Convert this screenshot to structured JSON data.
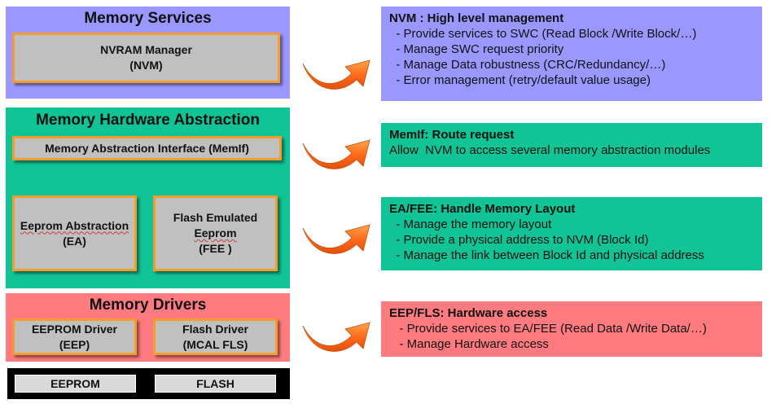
{
  "colors": {
    "memory_services": "#9a98ff",
    "memory_hw_abstraction": "#10c495",
    "memory_drivers": "#ff7b7f",
    "box_fill": "#c0c0c0",
    "box_border": "#f59d2a",
    "hardware_bar": "#000000",
    "arrow": "#ff6a1a"
  },
  "services": {
    "title": "Memory Services",
    "nvm": {
      "line1": "NVRAM Manager",
      "line2": "(NVM)"
    }
  },
  "hw_abstraction": {
    "title": "Memory Hardware Abstraction",
    "memif": "Memory Abstraction Interface (MemIf)",
    "ea": {
      "line1": "Eeprom Abstraction",
      "line2": "(EA)"
    },
    "fee": {
      "line1": "Flash Emulated",
      "line2": "Eeprom",
      "line3": "(FEE )"
    }
  },
  "drivers": {
    "title": "Memory Drivers",
    "eep": {
      "line1": "EEPROM Driver",
      "line2": "(EEP)"
    },
    "fls": {
      "line1": "Flash Driver",
      "line2": "(MCAL FLS)"
    }
  },
  "hardware": {
    "eeprom": "EEPROM",
    "flash": "FLASH"
  },
  "info": {
    "nvm": {
      "title": "NVM : High level management",
      "lines": [
        "  - Provide services to SWC (Read Block /Write Block/…)",
        "  - Manage SWC request priority",
        "  - Manage Data robustness (CRC/Redundancy/…)",
        "  - Error management (retry/default value usage)"
      ]
    },
    "memif": {
      "title": "MemIf: Route request",
      "lines": [
        "Allow  NVM to access several memory abstraction modules"
      ]
    },
    "eafee": {
      "title": "EA/FEE: Handle Memory Layout",
      "lines": [
        "  - Manage the memory layout",
        "  - Provide a physical address to NVM (Block Id)",
        "  - Manage the link between Block Id and physical address"
      ]
    },
    "eepfls": {
      "title": "EEP/FLS: Hardware access",
      "lines": [
        "   - Provide services to EA/FEE (Read Data /Write Data/…)",
        "   - Manage Hardware access"
      ]
    }
  }
}
